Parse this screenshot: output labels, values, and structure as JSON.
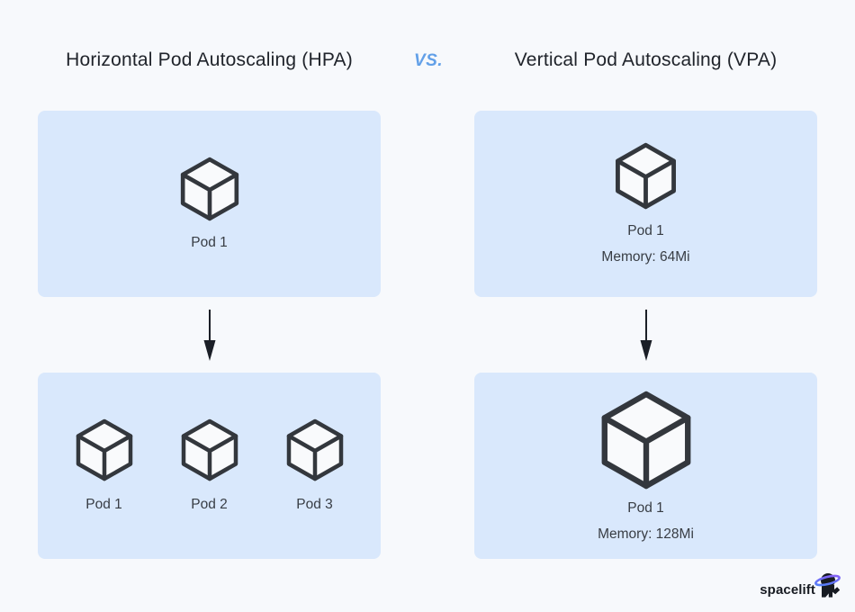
{
  "theme": {
    "background": "#F7F9FC",
    "panel_fill": "#D9E8FC",
    "ink": "#20242B",
    "label_ink": "#383D44",
    "accent_blue": "#62A0E8",
    "cube_stroke": "#33373D",
    "cube_fill": "#F9FAFC",
    "logo_ring_blue": "#4C83F7",
    "logo_ring_purple": "#8A5CF5"
  },
  "header": {
    "left_title": "Horizontal Pod Autoscaling (HPA)",
    "vs_label": "VS.",
    "right_title": "Vertical Pod Autoscaling (VPA)"
  },
  "hpa": {
    "before": {
      "pods": [
        {
          "label": "Pod 1"
        }
      ]
    },
    "after": {
      "pods": [
        {
          "label": "Pod 1"
        },
        {
          "label": "Pod 2"
        },
        {
          "label": "Pod 3"
        }
      ]
    }
  },
  "vpa": {
    "before": {
      "pods": [
        {
          "label": "Pod 1",
          "memory": "Memory: 64Mi"
        }
      ]
    },
    "after": {
      "pods": [
        {
          "label": "Pod 1",
          "memory": "Memory: 128Mi"
        }
      ]
    }
  },
  "icons": {
    "pod": "cube-icon",
    "flow": "arrow-down-icon",
    "brand": "astronaut-ring-icon"
  },
  "footer": {
    "brand": "spacelift"
  }
}
